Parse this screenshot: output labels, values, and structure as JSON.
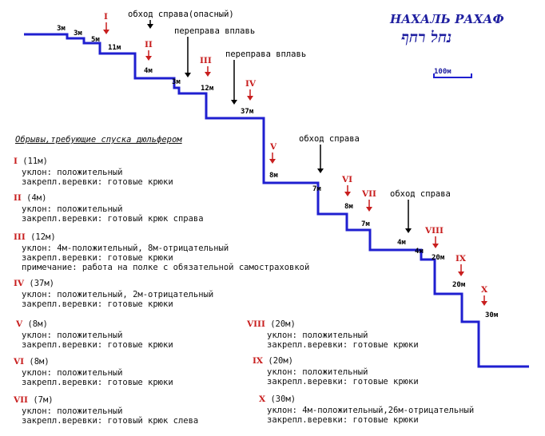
{
  "title": {
    "line1": "НАХАЛЬ РАХАФ",
    "line2": "נחל רחף"
  },
  "scale_label": "100м",
  "legend_heading": "Обрывы,требующие спуска дюльфером",
  "dimension_labels": [
    "3м",
    "3м",
    "5м",
    "11м",
    "4м",
    "3м",
    "12м",
    "37м",
    "8м",
    "7м",
    "8м",
    "7м",
    "4м",
    "4м",
    "20м",
    "20м",
    "30м"
  ],
  "markers": [
    "I",
    "II",
    "III",
    "IV",
    "V",
    "VI",
    "VII",
    "VIII",
    "IX",
    "X"
  ],
  "annotations": {
    "bypass_dangerous": "обход справа(опасный)",
    "swim1": "переправа вплавь",
    "swim2": "переправа вплавь",
    "bypass1": "обход справа",
    "bypass2": "обход справа"
  },
  "drops": [
    {
      "num": "I",
      "height": "(11м)",
      "lines": [
        "уклон: положительный",
        "закрепл.веревки: готовые крюки"
      ]
    },
    {
      "num": "II",
      "height": "(4м)",
      "lines": [
        "уклон: положительный",
        "закрепл.веревки: готовый крюк справа"
      ]
    },
    {
      "num": "III",
      "height": "(12м)",
      "lines": [
        "уклон: 4м-положительный, 8м-отрицательный",
        "закрепл.веревки: готовые крюки",
        "примечание: работа на полке с обязательной самостраховкой"
      ]
    },
    {
      "num": "IV",
      "height": "(37м)",
      "lines": [
        "уклон: положительный, 2м-отрицательный",
        "закрепл.веревки: готовые крюки"
      ]
    },
    {
      "num": "V",
      "height": "(8м)",
      "lines": [
        "уклон: положительный",
        "закрепл.веревки: готовые крюки"
      ]
    },
    {
      "num": "VI",
      "height": "(8м)",
      "lines": [
        "уклон: положительный",
        "закрепл.веревки: готовые крюки"
      ]
    },
    {
      "num": "VII",
      "height": "(7м)",
      "lines": [
        "уклон: положительный",
        "закрепл.веревки: готовый крюк слева"
      ]
    },
    {
      "num": "VIII",
      "height": "(20м)",
      "lines": [
        "уклон: положительный",
        "закрепл.веревки: готовые крюки"
      ]
    },
    {
      "num": "IX",
      "height": "(20м)",
      "lines": [
        "уклон: положительный",
        "закрепл.веревки: готовые крюки"
      ]
    },
    {
      "num": "X",
      "height": "(30м)",
      "lines": [
        "уклон: 4м-положительный,26м-отрицательный",
        "закрепл.веревки: готовые крюки"
      ]
    }
  ],
  "colors": {
    "profile": "#1f1fd0",
    "marker": "#c81e1e",
    "title": "#1f1fa0",
    "text": "#111111"
  }
}
